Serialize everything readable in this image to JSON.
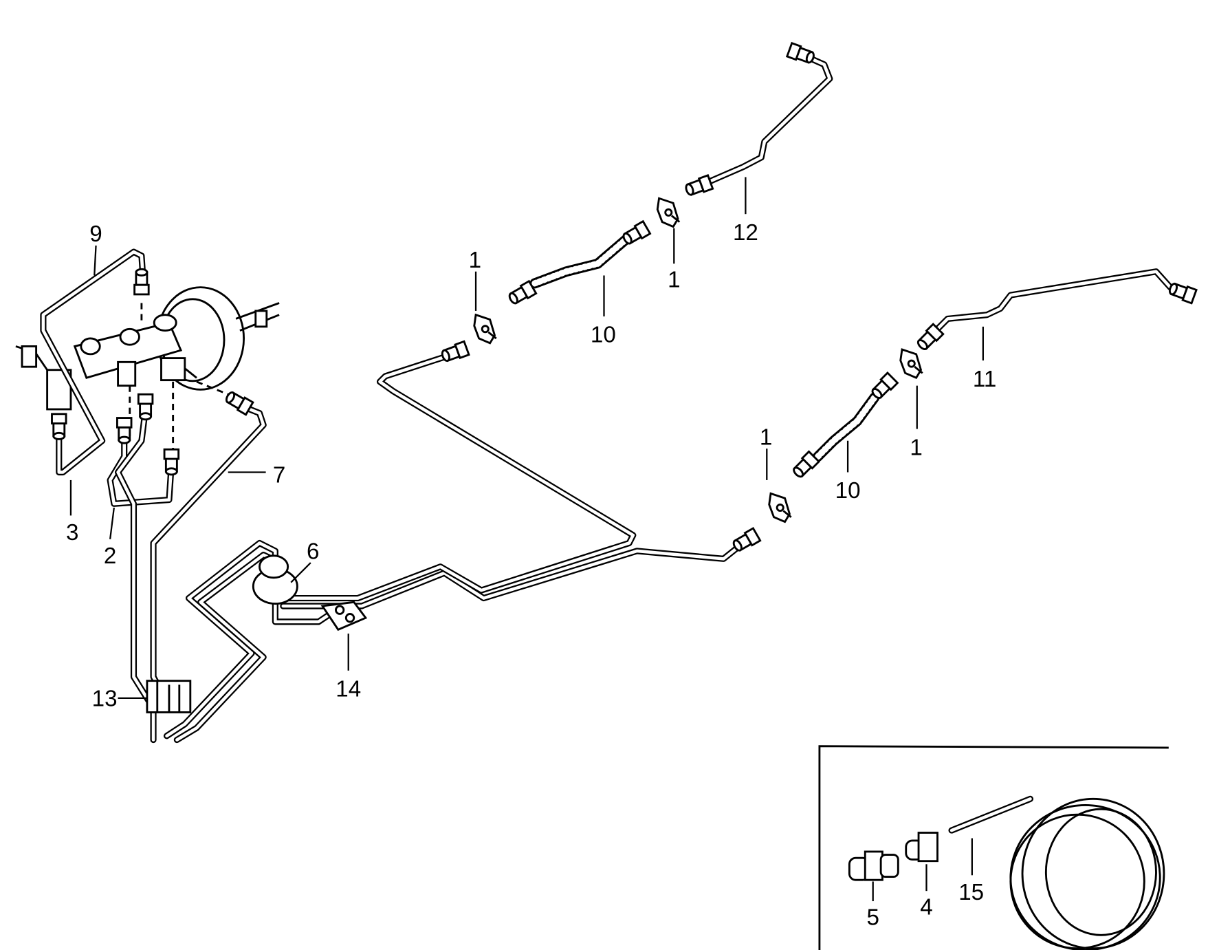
{
  "diagram": {
    "title": "Brake lines exploded view",
    "callouts": [
      {
        "id": "c9",
        "label": "9"
      },
      {
        "id": "c1a",
        "label": "1"
      },
      {
        "id": "c10a",
        "label": "10"
      },
      {
        "id": "c1b",
        "label": "1"
      },
      {
        "id": "c12",
        "label": "12"
      },
      {
        "id": "c1c",
        "label": "1"
      },
      {
        "id": "c10b",
        "label": "10"
      },
      {
        "id": "c1d",
        "label": "1"
      },
      {
        "id": "c11",
        "label": "11"
      },
      {
        "id": "c7",
        "label": "7"
      },
      {
        "id": "c3",
        "label": "3"
      },
      {
        "id": "c2",
        "label": "2"
      },
      {
        "id": "c6",
        "label": "6"
      },
      {
        "id": "c14",
        "label": "14"
      },
      {
        "id": "c13",
        "label": "13"
      },
      {
        "id": "c5",
        "label": "5"
      },
      {
        "id": "c4",
        "label": "4"
      },
      {
        "id": "c15",
        "label": "15"
      }
    ]
  }
}
